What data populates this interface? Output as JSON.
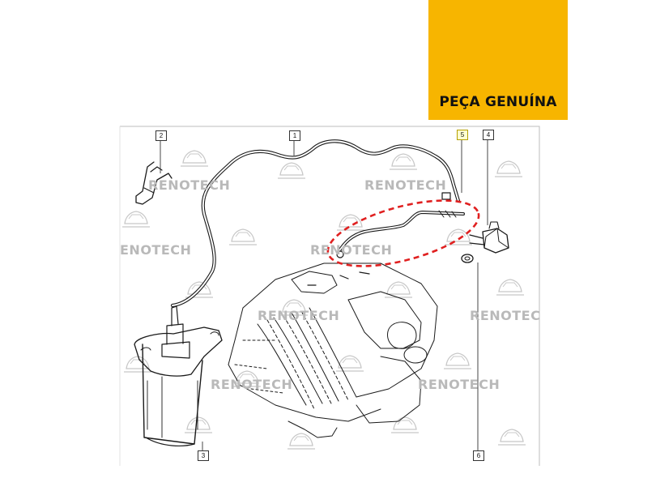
{
  "badge": {
    "text": "PEÇA GENUÍNA",
    "logo_colors": {
      "badge_bg": "#f7b500",
      "logo_dark": "#b07800",
      "logo_light": "#ffe9a8",
      "logo_mid": "#d99a10"
    }
  },
  "watermark": {
    "text_full": "RENOTECH",
    "text_cut_left": "ENOTECH",
    "text_cut_right": "RENOTEC",
    "color": "#b9b9b9"
  },
  "callouts": [
    {
      "label": "1"
    },
    {
      "label": "2"
    },
    {
      "label": "3"
    },
    {
      "label": "4"
    },
    {
      "label": "5",
      "highlight": true
    },
    {
      "label": "6"
    }
  ],
  "highlight": {
    "color": "#e02020",
    "style": "dashed"
  }
}
